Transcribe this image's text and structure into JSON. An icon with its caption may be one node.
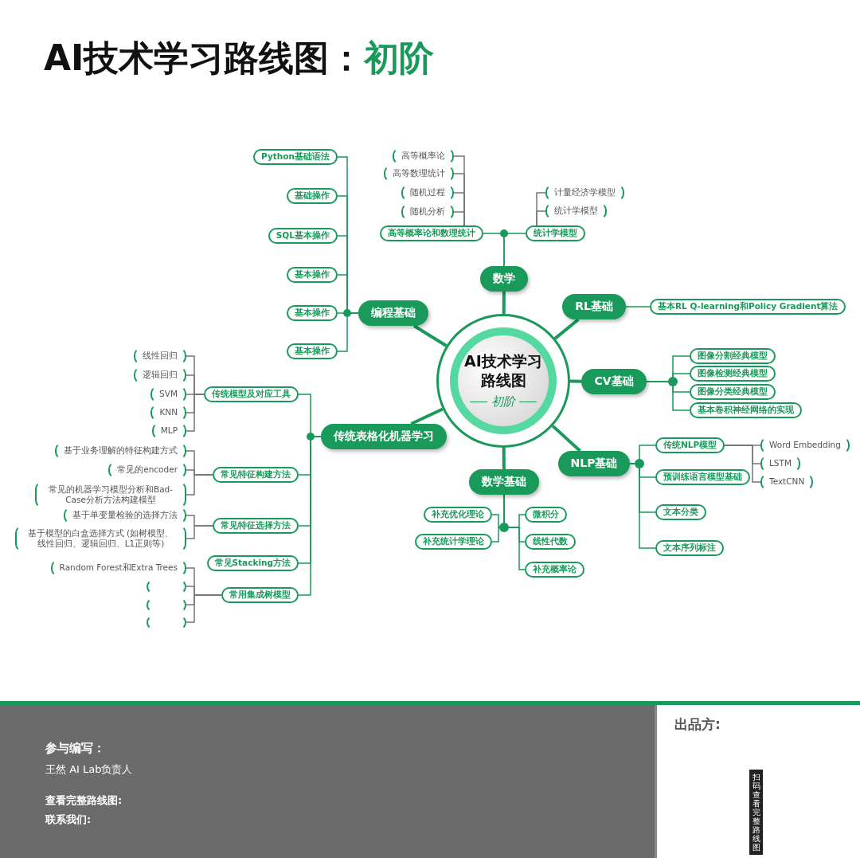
{
  "diagram": {
    "title": "AI技术学习路线图：",
    "nodes": [
      {
        "text": [
          "AI技术学习路线图",
          "初阶"
        ]
      },
      {
        "text": [
          "数学"
        ]
      },
      {
        "text": [
          "高等概率论和数理统计"
        ]
      },
      {
        "text": [
          "高等概率论"
        ]
      },
      {
        "text": [
          "高等数理统计"
        ]
      },
      {
        "text": [
          "随机过程"
        ]
      },
      {
        "text": [
          "随机分析"
        ]
      },
      {
        "text": [
          "统计学模型"
        ]
      },
      {
        "text": [
          "计量经济学模型"
        ]
      },
      {
        "text": [
          "统计学模型"
        ]
      },
      {
        "text": [
          "编程基础"
        ]
      },
      {
        "text": [
          "Python基础语法"
        ]
      },
      {
        "text": [
          "基础操作"
        ]
      },
      {
        "text": [
          "SQL基本操作"
        ]
      },
      {
        "text": [
          "基本操作"
        ]
      },
      {
        "text": [
          "基本操作"
        ]
      },
      {
        "text": [
          "基本操作"
        ]
      },
      {
        "text": [
          "RL基础"
        ]
      },
      {
        "text": [
          "基本RL Q-learning和Policy Gradient算法"
        ]
      },
      {
        "text": [
          "CV基础"
        ]
      },
      {
        "text": [
          "图像分割经典模型"
        ]
      },
      {
        "text": [
          "图像检测经典模型"
        ]
      },
      {
        "text": [
          "图像分类经典模型"
        ]
      },
      {
        "text": [
          "基本卷积神经网络的实现"
        ]
      },
      {
        "text": [
          "NLP基础"
        ]
      },
      {
        "text": [
          "传统NLP模型"
        ]
      },
      {
        "text": [
          "预训练语言模型基础"
        ]
      },
      {
        "text": [
          "文本分类"
        ]
      },
      {
        "text": [
          "文本序列标注"
        ]
      },
      {
        "text": [
          "Word Embedding"
        ]
      },
      {
        "text": [
          "LSTM"
        ]
      },
      {
        "text": [
          "TextCNN"
        ]
      },
      {
        "text": [
          "数学基础"
        ]
      },
      {
        "text": [
          "补充优化理论"
        ]
      },
      {
        "text": [
          "补充统计学理论"
        ]
      },
      {
        "text": [
          "微积分"
        ]
      },
      {
        "text": [
          "线性代数"
        ]
      },
      {
        "text": [
          "补充概率论"
        ]
      },
      {
        "text": [
          "传统表格化机器学习"
        ]
      },
      {
        "text": [
          "传统模型及对应工具"
        ]
      },
      {
        "text": [
          "线性回归"
        ]
      },
      {
        "text": [
          "逻辑回归"
        ]
      },
      {
        "text": [
          "SVM"
        ]
      },
      {
        "text": [
          "KNN"
        ]
      },
      {
        "text": [
          "MLP"
        ]
      },
      {
        "text": [
          "常见特征构建方法"
        ]
      },
      {
        "text": [
          "基于业务理解的特征构建方式"
        ]
      },
      {
        "text": [
          "常见的encoder"
        ]
      },
      {
        "text": [
          "常见的机器学习模型分析和Bad-Case分析方法构建模型"
        ]
      },
      {
        "text": [
          "常见特征选择方法"
        ]
      },
      {
        "text": [
          "基于单变量检验的选择方法"
        ]
      },
      {
        "text": [
          "基于模型的白盒选择方式 (如树模型、线性回归、逻辑回归、L1正则等)"
        ]
      },
      {
        "text": [
          "常见Stacking方法"
        ]
      },
      {
        "text": [
          "常用集成树模型"
        ]
      },
      {
        "text": [
          "Random Forest和Extra Trees"
        ]
      },
      {
        "text": [],
        "shape": "box"
      },
      {
        "text": [],
        "shape": "box"
      },
      {
        "text": [],
        "shape": "box"
      }
    ],
    "edges": [
      {
        "from": 0,
        "to": 1,
        "arrow": "none",
        "style": "thick"
      },
      {
        "from": 0,
        "to": 10,
        "arrow": "none",
        "style": "thick"
      },
      {
        "from": 0,
        "to": 17,
        "arrow": "none",
        "style": "thick"
      },
      {
        "from": 0,
        "to": 19,
        "arrow": "none",
        "style": "thick"
      },
      {
        "from": 0,
        "to": 24,
        "arrow": "none",
        "style": "thick"
      },
      {
        "from": 0,
        "to": 32,
        "arrow": "none",
        "style": "thick"
      },
      {
        "from": 0,
        "to": 38,
        "arrow": "none",
        "style": "thick"
      },
      {
        "from": 1,
        "to": 2,
        "arrow": "none"
      },
      {
        "from": 1,
        "to": 7,
        "arrow": "none"
      },
      {
        "from": 2,
        "to": 3,
        "arrow": "none",
        "color": "#777777"
      },
      {
        "from": 2,
        "to": 4,
        "arrow": "none",
        "color": "#777777"
      },
      {
        "from": 2,
        "to": 5,
        "arrow": "none",
        "color": "#777777"
      },
      {
        "from": 2,
        "to": 6,
        "arrow": "none",
        "color": "#777777"
      },
      {
        "from": 7,
        "to": 8,
        "arrow": "none",
        "color": "#777777"
      },
      {
        "from": 7,
        "to": 9,
        "arrow": "none",
        "color": "#777777"
      },
      {
        "from": 10,
        "to": 11,
        "arrow": "none"
      },
      {
        "from": 10,
        "to": 12,
        "arrow": "none"
      },
      {
        "from": 10,
        "to": 13,
        "arrow": "none"
      },
      {
        "from": 10,
        "to": 14,
        "arrow": "none"
      },
      {
        "from": 10,
        "to": 15,
        "arrow": "none"
      },
      {
        "from": 10,
        "to": 16,
        "arrow": "none"
      },
      {
        "from": 17,
        "to": 18,
        "arrow": "none"
      },
      {
        "from": 19,
        "to": 20,
        "arrow": "none"
      },
      {
        "from": 19,
        "to": 21,
        "arrow": "none"
      },
      {
        "from": 19,
        "to": 22,
        "arrow": "none"
      },
      {
        "from": 19,
        "to": 23,
        "arrow": "none"
      },
      {
        "from": 24,
        "to": 25,
        "arrow": "none"
      },
      {
        "from": 24,
        "to": 26,
        "arrow": "none"
      },
      {
        "from": 24,
        "to": 27,
        "arrow": "none"
      },
      {
        "from": 24,
        "to": 28,
        "arrow": "none"
      },
      {
        "from": 25,
        "to": 29,
        "arrow": "none",
        "color": "#777777"
      },
      {
        "from": 25,
        "to": 30,
        "arrow": "none",
        "color": "#777777"
      },
      {
        "from": 25,
        "to": 31,
        "arrow": "none",
        "color": "#777777"
      },
      {
        "from": 32,
        "to": 33,
        "arrow": "none"
      },
      {
        "from": 32,
        "to": 34,
        "arrow": "none"
      },
      {
        "from": 32,
        "to": 35,
        "arrow": "none"
      },
      {
        "from": 32,
        "to": 36,
        "arrow": "none"
      },
      {
        "from": 32,
        "to": 37,
        "arrow": "none"
      },
      {
        "from": 38,
        "to": 39,
        "arrow": "none"
      },
      {
        "from": 38,
        "to": 45,
        "arrow": "none"
      },
      {
        "from": 38,
        "to": 49,
        "arrow": "none"
      },
      {
        "from": 38,
        "to": 52,
        "arrow": "none"
      },
      {
        "from": 38,
        "to": 53,
        "arrow": "none"
      },
      {
        "from": 39,
        "to": 40,
        "arrow": "none",
        "color": "#777777"
      },
      {
        "from": 39,
        "to": 41,
        "arrow": "none",
        "color": "#777777"
      },
      {
        "from": 39,
        "to": 42,
        "arrow": "none",
        "color": "#777777"
      },
      {
        "from": 39,
        "to": 43,
        "arrow": "none",
        "color": "#777777"
      },
      {
        "from": 39,
        "to": 44,
        "arrow": "none",
        "color": "#777777"
      },
      {
        "from": 45,
        "to": 46,
        "arrow": "none",
        "color": "#777777"
      },
      {
        "from": 45,
        "to": 47,
        "arrow": "none",
        "color": "#777777"
      },
      {
        "from": 45,
        "to": 48,
        "arrow": "none",
        "color": "#777777"
      },
      {
        "from": 49,
        "to": 50,
        "arrow": "none",
        "color": "#777777"
      },
      {
        "from": 49,
        "to": 51,
        "arrow": "none",
        "color": "#777777"
      },
      {
        "from": 53,
        "to": 54,
        "arrow": "none",
        "color": "#777777"
      },
      {
        "from": 53,
        "to": 55,
        "arrow": "none",
        "color": "#777777"
      },
      {
        "from": 53,
        "to": 56,
        "arrow": "none",
        "color": "#777777"
      },
      {
        "from": 53,
        "to": 57,
        "arrow": "none",
        "color": "#777777"
      }
    ],
    "labels": [
      "初阶",
      "参与编写：",
      "王然 AI Lab负责人",
      "查看完整路线图:",
      "联系我们:",
      "出品方:",
      "扫码查看完整路线图"
    ]
  }
}
